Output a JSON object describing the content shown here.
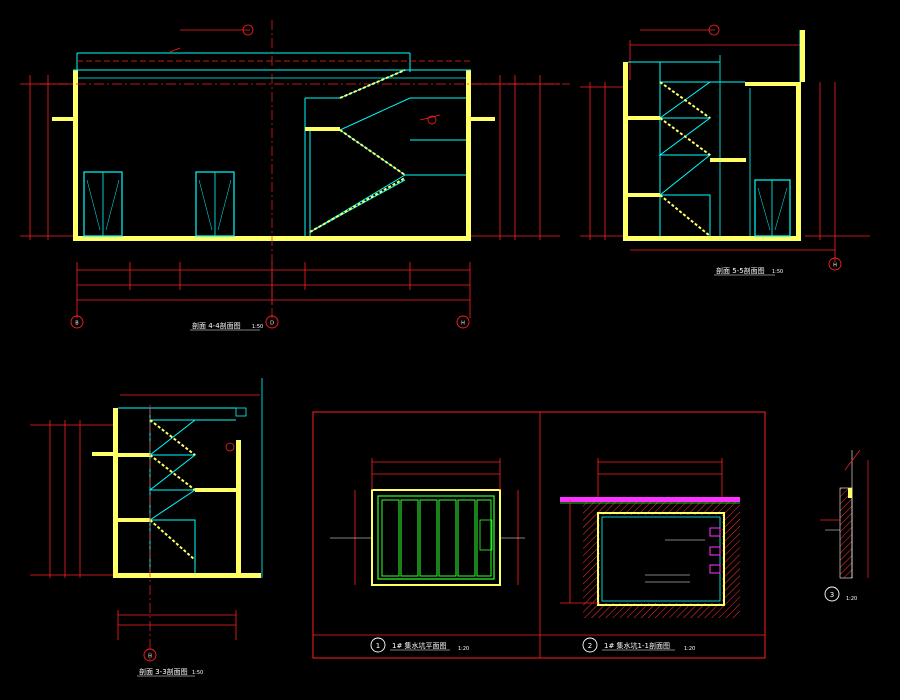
{
  "colors": {
    "background": "#000000",
    "wall": "#ffff66",
    "outline": "#00ffff",
    "dimension": "#ff2020",
    "hatch": "#ff3030",
    "text": "#ffffff",
    "green": "#33ff33",
    "magenta": "#ff33ff"
  },
  "grid_markers": {
    "a": "B",
    "b": "D",
    "c": "H",
    "d": "H",
    "e": "H"
  },
  "section_titles": {
    "main": "剖面  4-4剖面图",
    "main_scale": "1:50",
    "right": "剖面  5-5剖面图",
    "right_scale": "1:50",
    "left": "剖面  3-3剖面图",
    "left_scale": "1:50"
  },
  "details": {
    "d1_no": "1",
    "d1_title": "1# 集水坑平面图",
    "d1_scale": "1:20",
    "d2_no": "2",
    "d2_title": "1# 集水坑1-1剖面图",
    "d2_scale": "1:20",
    "d3_no": "3",
    "d3_scale": "1:20"
  }
}
